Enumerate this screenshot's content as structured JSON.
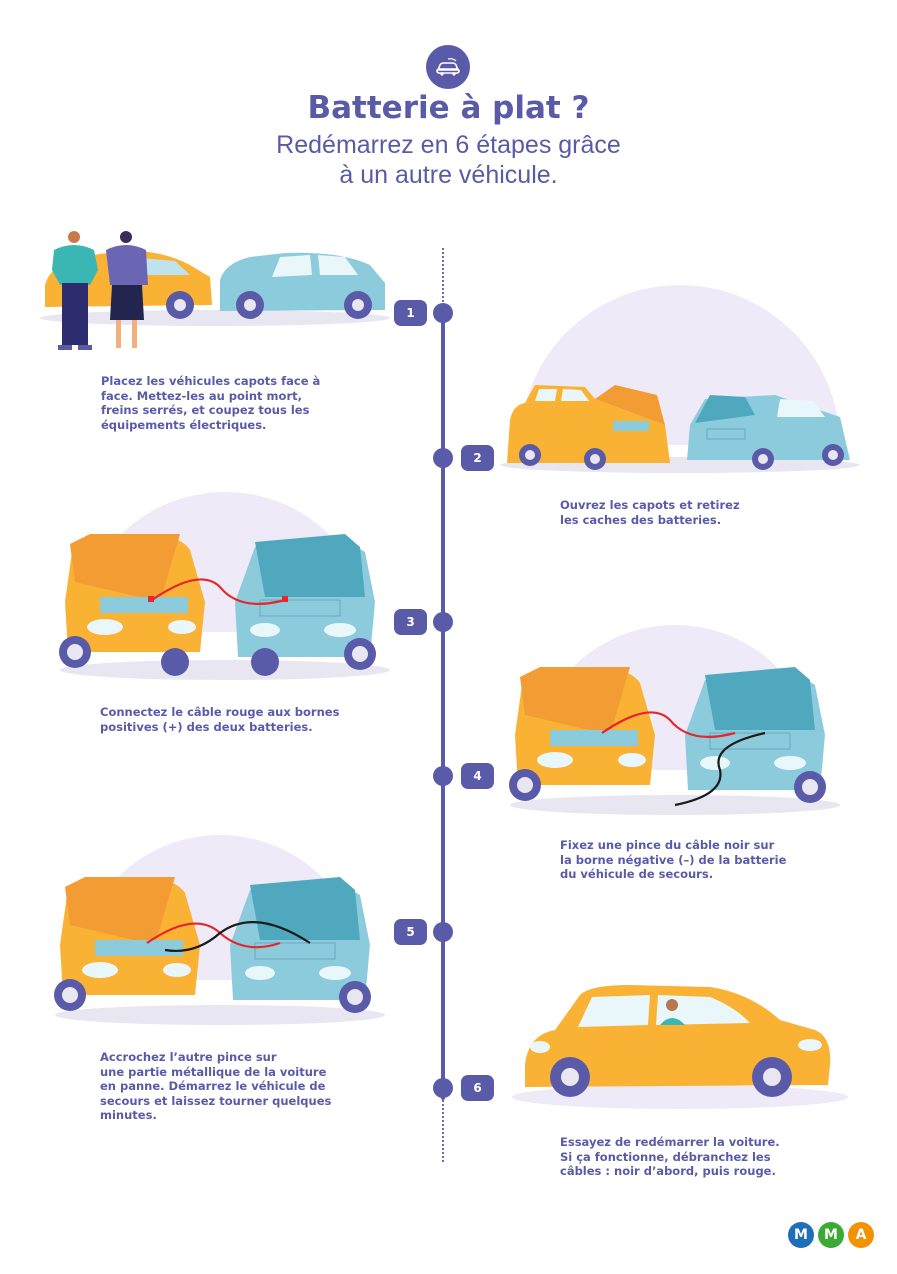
{
  "header": {
    "icon": "car-icon",
    "title": "Batterie à plat ?",
    "subtitle_line1": "Redémarrez en 6 étapes grâce",
    "subtitle_line2": "à un autre véhicule."
  },
  "colors": {
    "primary": "#5a5ba8",
    "yellow_car": "#f9b233",
    "orange_hood": "#f39c34",
    "blue_car": "#8ccbdc",
    "teal_hood": "#4fa8bd",
    "lavender": "#efeaf7",
    "red_cable": "#e5262a",
    "black_cable": "#1b1b1b"
  },
  "steps": [
    {
      "number": "1",
      "text": "Placez les véhicules capots face à\nface. Mettez-les au point mort,\nfreins serrés, et coupez tous les\néquipements électriques."
    },
    {
      "number": "2",
      "text": "Ouvrez les capots et retirez\nles caches des batteries."
    },
    {
      "number": "3",
      "text": "Connectez le câble rouge aux bornes\npositives (+) des deux batteries."
    },
    {
      "number": "4",
      "text": "Fixez une pince du câble noir sur\nla borne négative (–) de la batterie\ndu véhicule de secours."
    },
    {
      "number": "5",
      "text": "Accrochez l’autre pince sur\nune partie métallique de la voiture\nen panne. Démarrez le véhicule de\nsecours et laissez tourner quelques\nminutes."
    },
    {
      "number": "6",
      "text": "Essayez de redémarrer la voiture.\nSi ça fonctionne, débranchez les\ncâbles : noir d’abord, puis rouge."
    }
  ],
  "logo": {
    "letters": [
      "M",
      "M",
      "A"
    ],
    "colors": [
      "#1e6fb8",
      "#3aa935",
      "#f39200"
    ]
  }
}
